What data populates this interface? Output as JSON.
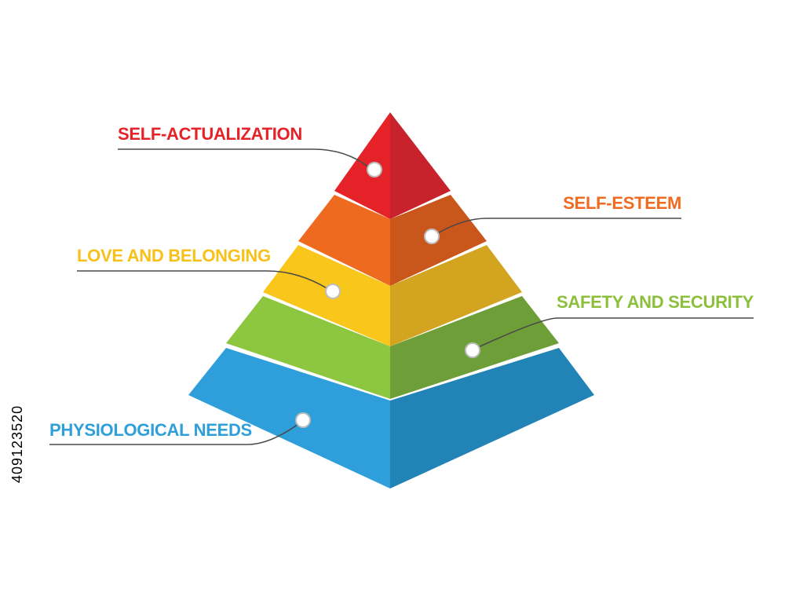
{
  "levels": [
    {
      "id": "self-actualization",
      "label": "SELF-ACTUALIZATION",
      "color": "#e52228",
      "left_face": "#e52228",
      "right_face": "#c8232d"
    },
    {
      "id": "self-esteem",
      "label": "SELF-ESTEEM",
      "color": "#f06a1f",
      "left_face": "#ee6a1f",
      "right_face": "#c9561b"
    },
    {
      "id": "love-belonging",
      "label": "LOVE AND BELONGING",
      "color": "#f7c11a",
      "left_face": "#f9c61b",
      "right_face": "#d3a420"
    },
    {
      "id": "safety-security",
      "label": "SAFETY AND SECURITY",
      "color": "#8cc03c",
      "left_face": "#8dc63f",
      "right_face": "#6e9e38"
    },
    {
      "id": "physiological",
      "label": "PHYSIOLOGICAL NEEDS",
      "color": "#2f9fd9",
      "left_face": "#2e9fdb",
      "right_face": "#2283b6"
    }
  ],
  "stock_id": "409123520"
}
